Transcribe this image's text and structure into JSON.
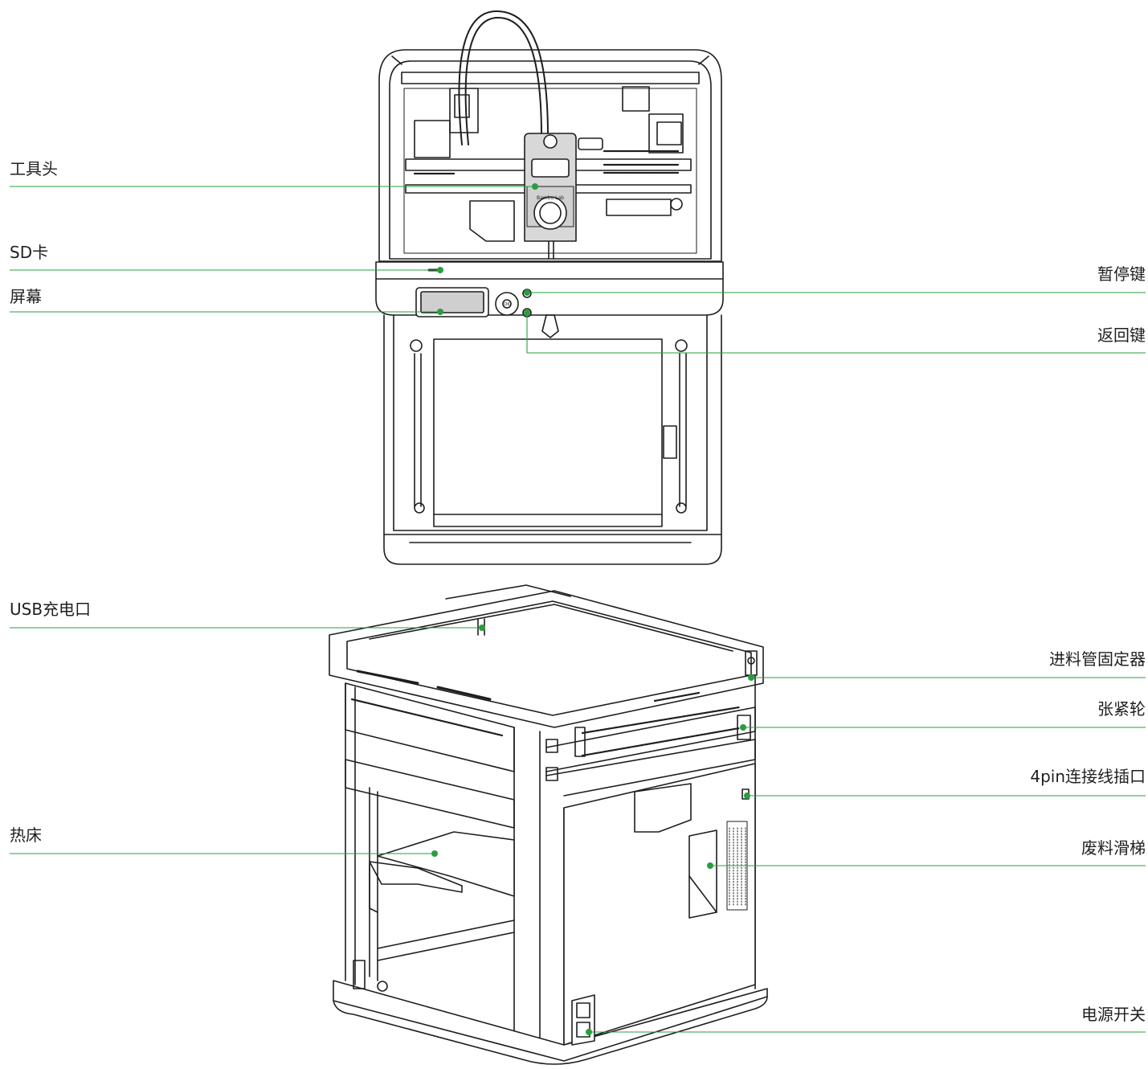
{
  "figure": {
    "accent_color": "#2a9d3f",
    "line_color": "#1e1e1e",
    "screen_color": "#cfcfcf",
    "toolhead_brand": "Bambu Lab",
    "button_ok": "OK"
  },
  "callouts": {
    "toolhead": "工具头",
    "sd_card": "SD卡",
    "screen": "屏幕",
    "pause_button": "暂停键",
    "back_button": "返回键",
    "usb_charging_port": "USB充电口",
    "ptfe_tube_holder": "进料管固定器",
    "tensioner": "张紧轮",
    "pin4_connector": "4pin连接线插口",
    "heatbed": "热床",
    "waste_chute": "废料滑梯",
    "power_switch": "电源开关"
  }
}
